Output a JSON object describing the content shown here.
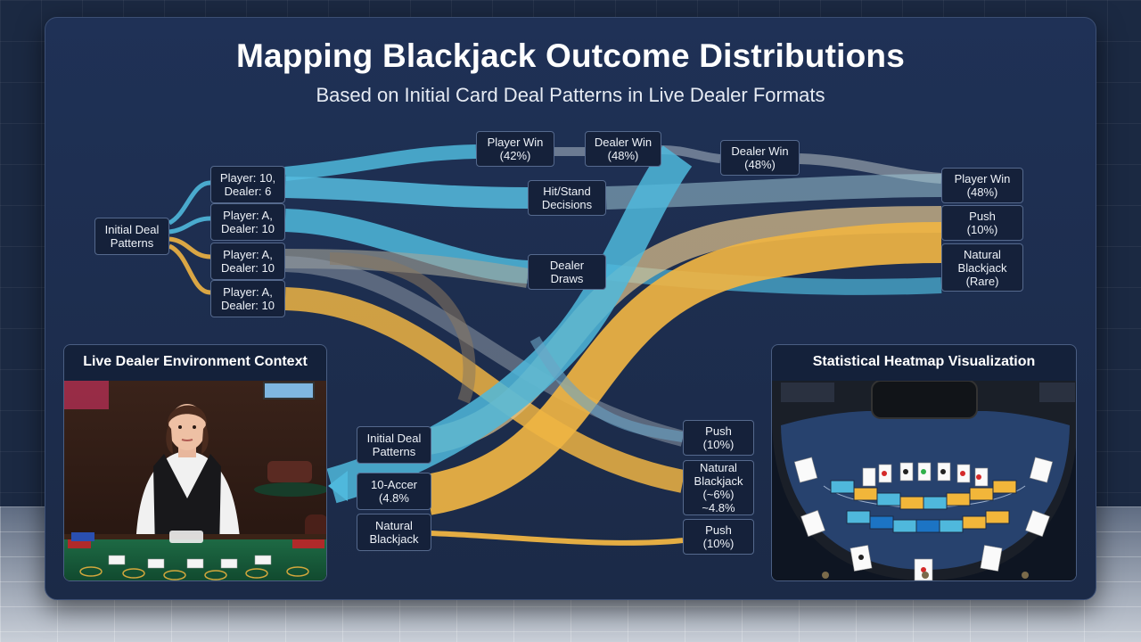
{
  "header": {
    "title": "Mapping Blackjack Outcome Distributions",
    "subtitle": "Based on Initial Card Deal Patterns in Live Dealer Formats"
  },
  "colors": {
    "blue_flow": "#4fb8dc",
    "gold_flow": "#efb443",
    "grey_flow": "#8e99a6",
    "panel_bg": "#1f3156",
    "node_bg": "#15213a"
  },
  "nodes": {
    "initial_deal_patterns": [
      "Initial Deal",
      "Patterns"
    ],
    "player10_dealer6": [
      "Player: 10,",
      "Dealer: 6"
    ],
    "playerA_dealer10_1": [
      "Player: A,",
      "Dealer: 10"
    ],
    "playerA_dealer10_2": [
      "Player: A,",
      "Dealer: 10"
    ],
    "playerA_dealer10_3": [
      "Player: A,",
      "Dealer: 10"
    ],
    "top_player_win": [
      "Player Win",
      "(42%)"
    ],
    "top_dealer_win_1": [
      "Dealer Win",
      "(48%)"
    ],
    "top_dealer_win_2": [
      "Dealer Win",
      "(48%)"
    ],
    "hit_stand": [
      "Hit/Stand",
      "Decisions"
    ],
    "dealer_draws": [
      "Dealer",
      "Draws"
    ],
    "right_player_win": [
      "Player Win",
      "(48%)"
    ],
    "right_push": [
      "Push",
      "(10%)"
    ],
    "right_natural_blackjack": [
      "Natural",
      "Blackjack",
      "(Rare)"
    ],
    "bottom_initial_deal": [
      "Initial Deal",
      "Patterns"
    ],
    "bottom_10_ace": [
      "10-Accer",
      "(4.8%"
    ],
    "bottom_natural_blackjack": [
      "Natural",
      "Blackjack"
    ],
    "bottom_push_1": [
      "Push",
      "(10%)"
    ],
    "bottom_natural_blackjack_2": [
      "Natural",
      "Blackjack",
      "(~6%)",
      "~4.8%"
    ],
    "bottom_push_2": [
      "Push",
      "(10%)"
    ]
  },
  "live_dealer_card": {
    "title": "Live Dealer Environment Context"
  },
  "heatmap_card": {
    "title": "Statistical Heatmap Visualization"
  }
}
